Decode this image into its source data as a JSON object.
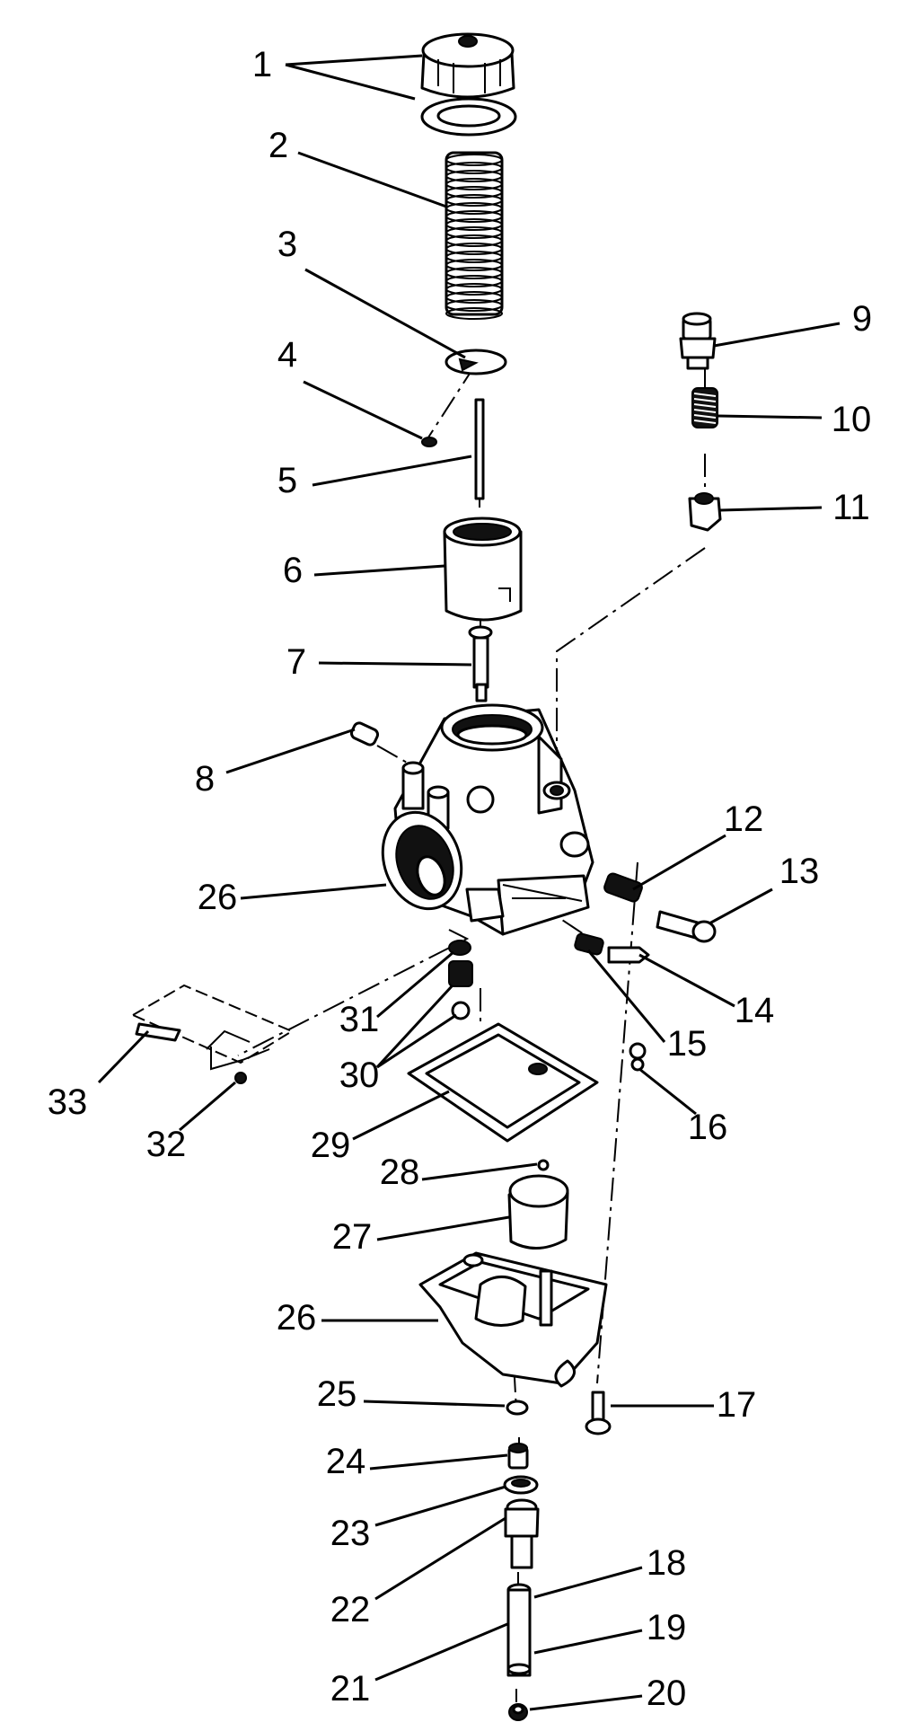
{
  "diagram": {
    "callouts": [
      {
        "id": "c1",
        "label": "1"
      },
      {
        "id": "c2",
        "label": "2"
      },
      {
        "id": "c3",
        "label": "3"
      },
      {
        "id": "c4",
        "label": "4"
      },
      {
        "id": "c5",
        "label": "5"
      },
      {
        "id": "c6",
        "label": "6"
      },
      {
        "id": "c7",
        "label": "7"
      },
      {
        "id": "c8",
        "label": "8"
      },
      {
        "id": "c9",
        "label": "9"
      },
      {
        "id": "c10",
        "label": "10"
      },
      {
        "id": "c11",
        "label": "11"
      },
      {
        "id": "c12",
        "label": "12"
      },
      {
        "id": "c13",
        "label": "13"
      },
      {
        "id": "c14",
        "label": "14"
      },
      {
        "id": "c15",
        "label": "15"
      },
      {
        "id": "c16",
        "label": "16"
      },
      {
        "id": "c17",
        "label": "17"
      },
      {
        "id": "c18",
        "label": "18"
      },
      {
        "id": "c19",
        "label": "19"
      },
      {
        "id": "c20",
        "label": "20"
      },
      {
        "id": "c21",
        "label": "21"
      },
      {
        "id": "c22",
        "label": "22"
      },
      {
        "id": "c23",
        "label": "23"
      },
      {
        "id": "c24",
        "label": "24"
      },
      {
        "id": "c25",
        "label": "25"
      },
      {
        "id": "c26a",
        "label": "26"
      },
      {
        "id": "c26b",
        "label": "26"
      },
      {
        "id": "c27",
        "label": "27"
      },
      {
        "id": "c28",
        "label": "28"
      },
      {
        "id": "c29",
        "label": "29"
      },
      {
        "id": "c30",
        "label": "30"
      },
      {
        "id": "c31",
        "label": "31"
      },
      {
        "id": "c32",
        "label": "32"
      },
      {
        "id": "c33",
        "label": "33"
      }
    ]
  }
}
